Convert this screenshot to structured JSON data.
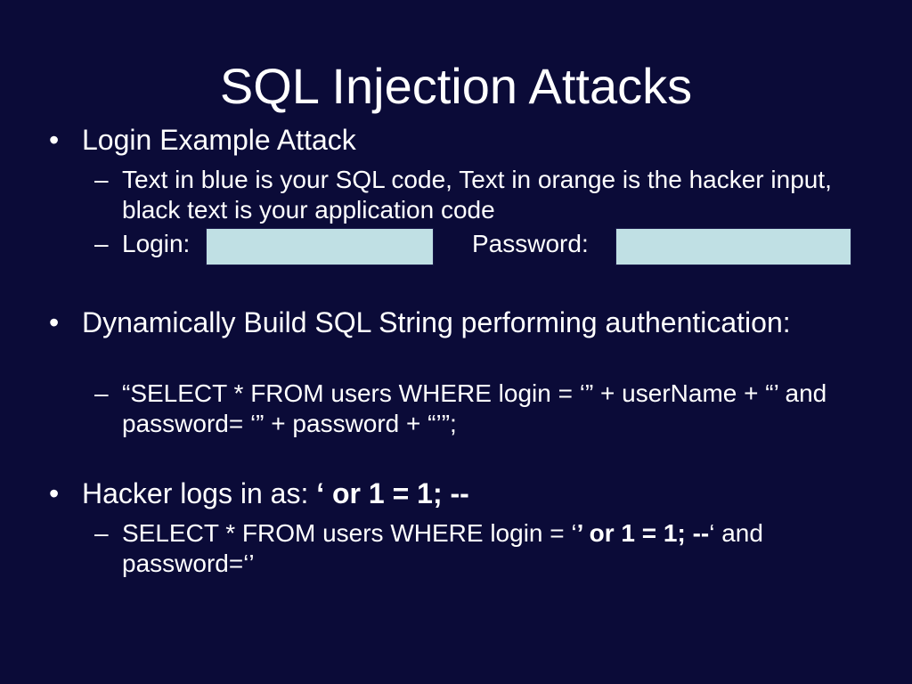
{
  "slide": {
    "title": "SQL Injection Attacks",
    "bullet_char": "•",
    "dash_char": "–",
    "b1": {
      "text": "Login Example Attack",
      "sub1": "Text in blue is your SQL code, Text in orange is the hacker input, black text is your application code",
      "login_label": "Login:",
      "password_label": "Password:"
    },
    "b2": {
      "text": "Dynamically Build SQL String performing authentication:",
      "sub1": "“SELECT * FROM users WHERE login = ‘” + userName + “’ and password= ‘” + password + “’”;"
    },
    "b3": {
      "prefix": "Hacker logs in as: ",
      "bold": "‘ or 1 = 1; --",
      "sub_prefix": "SELECT * FROM users WHERE login = ‘",
      "sub_bold": "’ or 1 = 1; --",
      "sub_suffix": "‘ and password=‘’"
    }
  }
}
